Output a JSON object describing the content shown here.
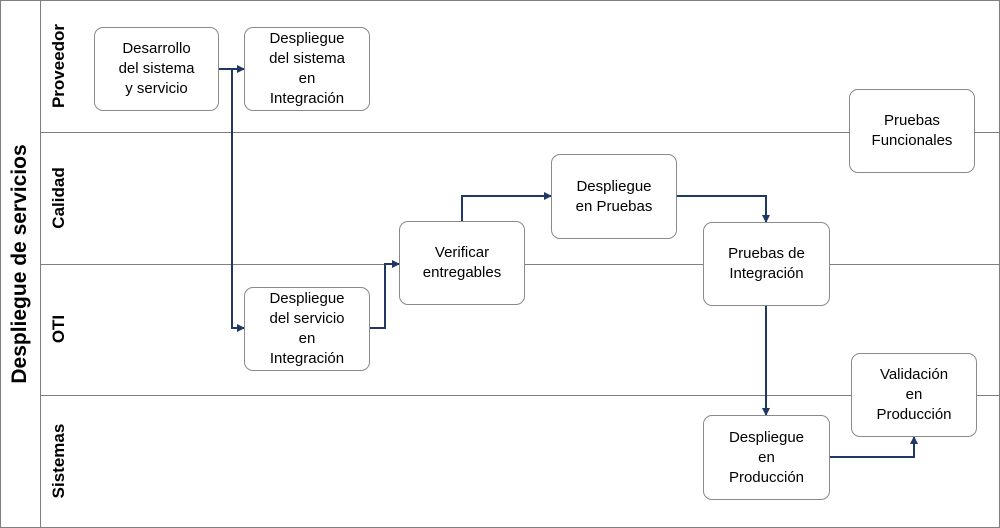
{
  "pool": {
    "title": "Despliegue de servicios"
  },
  "lanes": [
    {
      "id": "proveedor",
      "label": "Proveedor"
    },
    {
      "id": "calidad",
      "label": "Calidad"
    },
    {
      "id": "oti",
      "label": "OTI"
    },
    {
      "id": "sistemas",
      "label": "Sistemas"
    }
  ],
  "nodes": [
    {
      "id": "desarrollo",
      "text": "Desarrollo\ndel sistema\ny servicio"
    },
    {
      "id": "despliegue-sistema-integracion",
      "text": "Despliegue\ndel sistema\nen\nIntegración"
    },
    {
      "id": "pruebas-funcionales",
      "text": "Pruebas\nFuncionales"
    },
    {
      "id": "despliegue-pruebas",
      "text": "Despliegue\nen Pruebas"
    },
    {
      "id": "verificar-entregables",
      "text": "Verificar\nentregables"
    },
    {
      "id": "pruebas-integracion",
      "text": "Pruebas de\nIntegración"
    },
    {
      "id": "despliegue-servicio-integracion",
      "text": "Despliegue\ndel servicio\nen\nIntegración"
    },
    {
      "id": "validacion-produccion",
      "text": "Validación\nen\nProducción"
    },
    {
      "id": "despliegue-produccion",
      "text": "Despliegue\nen\nProducción"
    }
  ],
  "edges": [
    {
      "from": "desarrollo",
      "to": "despliegue-sistema-integracion"
    },
    {
      "from": "desarrollo",
      "to": "despliegue-servicio-integracion"
    },
    {
      "from": "despliegue-servicio-integracion",
      "to": "verificar-entregables"
    },
    {
      "from": "verificar-entregables",
      "to": "despliegue-pruebas"
    },
    {
      "from": "despliegue-pruebas",
      "to": "pruebas-integracion"
    },
    {
      "from": "pruebas-integracion",
      "to": "despliegue-produccion"
    },
    {
      "from": "despliegue-produccion",
      "to": "validacion-produccion"
    }
  ],
  "colors": {
    "connector": "#1f3864",
    "border": "#8a8a8a",
    "lane_line": "#7f7f7f"
  }
}
